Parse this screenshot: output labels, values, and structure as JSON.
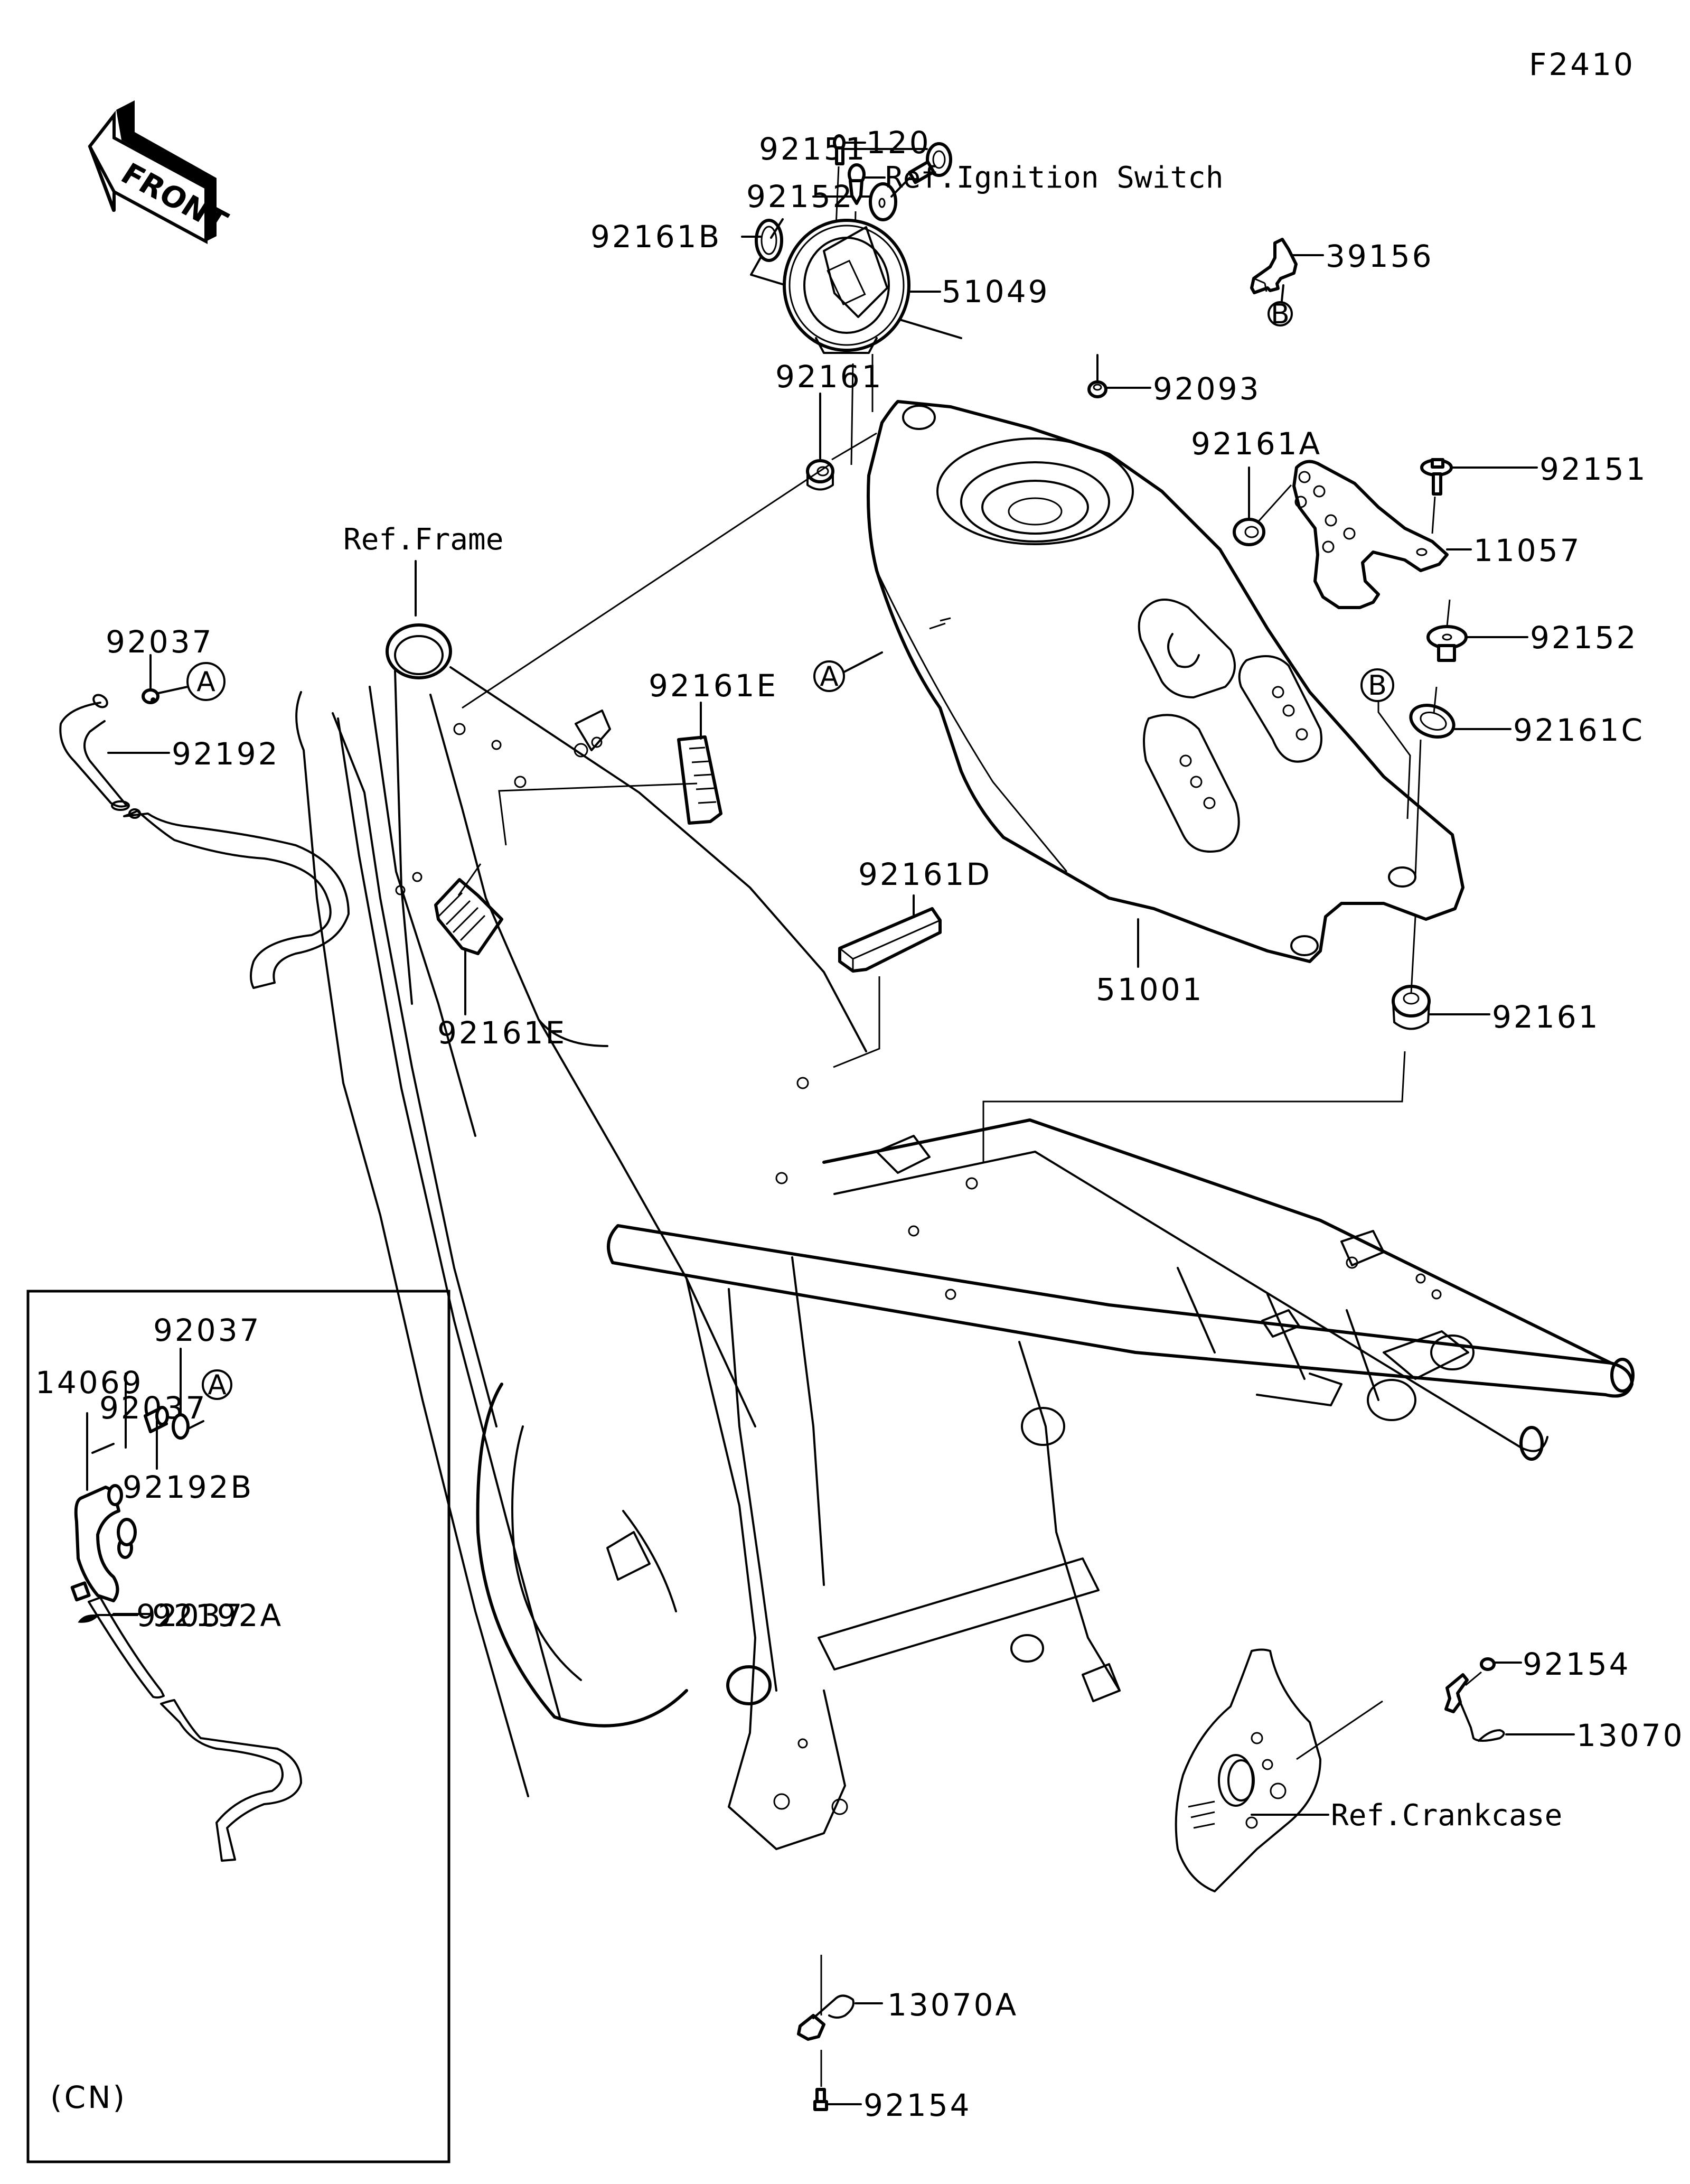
{
  "diagram": {
    "code": "F2410",
    "front_label": "FRONT",
    "variant_box_label": "(CN)",
    "references": {
      "frame": "Ref.Frame",
      "ignition_switch": "Ref.Ignition Switch",
      "crankcase": "Ref.Crankcase"
    },
    "connectors": {
      "a": "A",
      "b": "B"
    },
    "parts": [
      {
        "id": "92151-top",
        "number": "92151"
      },
      {
        "id": "120",
        "number": "120"
      },
      {
        "id": "92152-top",
        "number": "92152"
      },
      {
        "id": "92161B",
        "number": "92161B"
      },
      {
        "id": "51049",
        "number": "51049"
      },
      {
        "id": "39156",
        "number": "39156"
      },
      {
        "id": "92093",
        "number": "92093"
      },
      {
        "id": "92161-top",
        "number": "92161"
      },
      {
        "id": "92161A",
        "number": "92161A"
      },
      {
        "id": "92151-right",
        "number": "92151"
      },
      {
        "id": "11057",
        "number": "11057"
      },
      {
        "id": "92152-right",
        "number": "92152"
      },
      {
        "id": "92161C",
        "number": "92161C"
      },
      {
        "id": "92037-left",
        "number": "92037"
      },
      {
        "id": "92192",
        "number": "92192"
      },
      {
        "id": "92161E-upper",
        "number": "92161E"
      },
      {
        "id": "92161E-lower",
        "number": "92161E"
      },
      {
        "id": "92161D",
        "number": "92161D"
      },
      {
        "id": "51001",
        "number": "51001"
      },
      {
        "id": "92161-right",
        "number": "92161"
      },
      {
        "id": "14069",
        "number": "14069"
      },
      {
        "id": "92037-cn-a",
        "number": "92037"
      },
      {
        "id": "92037-cn-b",
        "number": "92037"
      },
      {
        "id": "92192B",
        "number": "92192B"
      },
      {
        "id": "92037-cn-c",
        "number": "92037"
      },
      {
        "id": "92192A",
        "number": "92192A"
      },
      {
        "id": "92154-right",
        "number": "92154"
      },
      {
        "id": "13070",
        "number": "13070"
      },
      {
        "id": "13070A",
        "number": "13070A"
      },
      {
        "id": "92154-bottom",
        "number": "92154"
      }
    ]
  }
}
